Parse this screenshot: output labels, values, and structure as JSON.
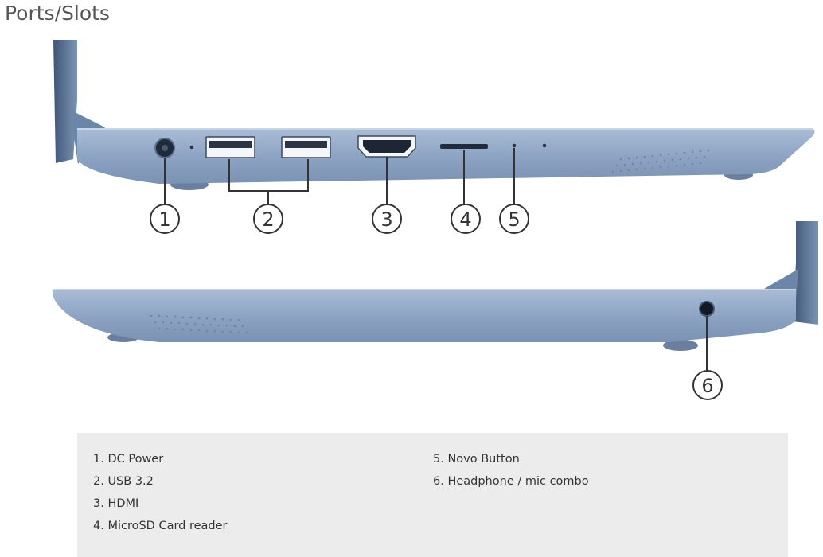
{
  "title": "Ports/Slots",
  "callouts": [
    "1",
    "2",
    "3",
    "4",
    "5",
    "6"
  ],
  "legend": {
    "left": [
      "1. DC Power",
      "2. USB 3.2",
      "3. HDMI",
      "4. MicroSD Card reader"
    ],
    "right": [
      "5. Novo Button",
      "6. Headphone / mic combo"
    ]
  },
  "colors": {
    "body": "#8da4c3",
    "body_dark": "#6f86a6",
    "lid": "#5f7898",
    "background": "#ffffff",
    "legend_bg": "#ececec"
  }
}
